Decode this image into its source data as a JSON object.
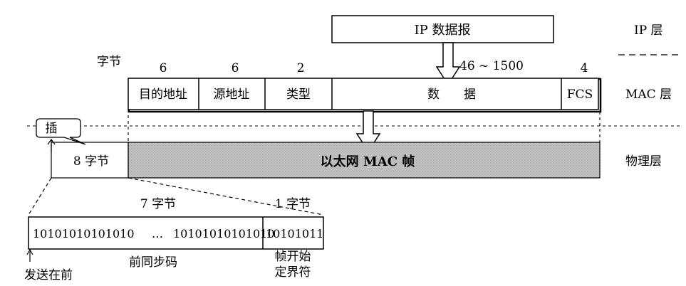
{
  "ip_layer": {
    "packet_label": "IP 数据报",
    "layer_name": "IP 层"
  },
  "mac_layer": {
    "bytes_label": "字节",
    "fields": [
      {
        "name": "目的地址",
        "bytes": "6"
      },
      {
        "name": "源地址",
        "bytes": "6"
      },
      {
        "name": "类型",
        "bytes": "2"
      },
      {
        "name": "数　　据",
        "bytes": "46 ~ 1500"
      },
      {
        "name": "FCS",
        "bytes": "4"
      }
    ],
    "layer_name": "MAC 层"
  },
  "physical_layer": {
    "insert_label": "插",
    "preamble_bytes": "8 字节",
    "frame_label": "以太网 MAC 帧",
    "layer_name": "物理层"
  },
  "preamble_detail": {
    "seven_bytes_label": "7 字节",
    "one_byte_label": "1 字节",
    "sync_bits": "10101010101010",
    "ellipsis": "…",
    "sync_bits_end": "10101010101010",
    "sfd_bits": "10101011",
    "sync_name": "前同步码",
    "sfd_name_line1": "帧开始",
    "sfd_name_line2": "定界符",
    "send_first": "发送在前"
  }
}
